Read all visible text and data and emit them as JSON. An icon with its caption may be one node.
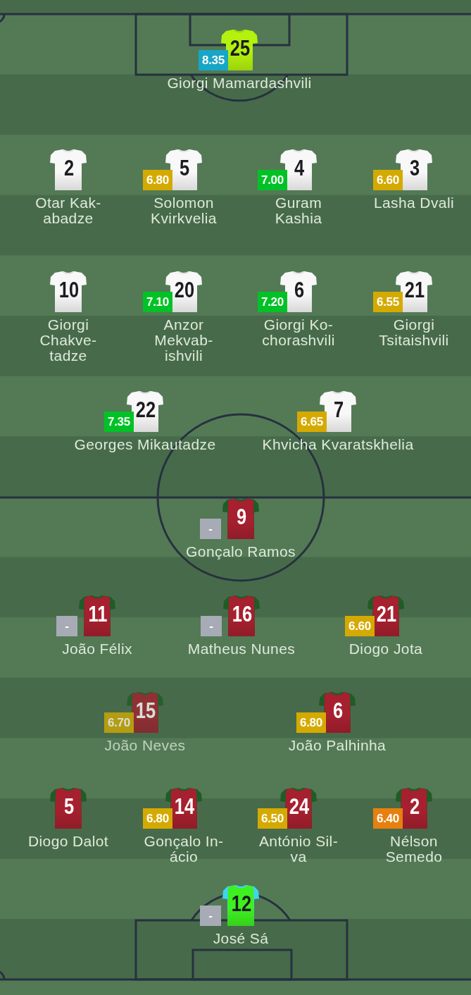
{
  "diagram": {
    "nodes": [
      {
        "text": [
          "25",
          "8.35",
          "Giorgi Mamardashvili"
        ]
      },
      {
        "text": [
          "2",
          "Otar Kak-abadze"
        ]
      },
      {
        "text": [
          "5",
          "6.80",
          "Solomon Kvirkvelia"
        ]
      },
      {
        "text": [
          "4",
          "7.00",
          "Guram Kashia"
        ]
      },
      {
        "text": [
          "3",
          "6.60",
          "Lasha Dvali"
        ]
      },
      {
        "text": [
          "10",
          "Giorgi Chakve-tadze"
        ]
      },
      {
        "text": [
          "20",
          "7.10",
          "Anzor Mekvab-ishvili"
        ]
      },
      {
        "text": [
          "6",
          "7.20",
          "Giorgi Ko-chorashvili"
        ]
      },
      {
        "text": [
          "21",
          "6.55",
          "Giorgi Tsitaishvili"
        ]
      },
      {
        "text": [
          "22",
          "7.35",
          "Georges Mikautadze"
        ]
      },
      {
        "text": [
          "7",
          "6.65",
          "Khvicha Kvaratskhelia"
        ]
      },
      {
        "text": [
          "9",
          "-",
          "Gonçalo Ramos"
        ]
      },
      {
        "text": [
          "11",
          "-",
          "João Félix"
        ]
      },
      {
        "text": [
          "16",
          "-",
          "Matheus Nunes"
        ]
      },
      {
        "text": [
          "21",
          "6.60",
          "Diogo Jota"
        ]
      },
      {
        "text": [
          "15",
          "6.70",
          "João Neves"
        ]
      },
      {
        "text": [
          "6",
          "6.80",
          "João Palhinha"
        ]
      },
      {
        "text": [
          "5",
          "Diogo Dalot"
        ]
      },
      {
        "text": [
          "14",
          "6.80",
          "Gonçalo In-ácio"
        ]
      },
      {
        "text": [
          "24",
          "6.50",
          "António Sil-va"
        ]
      },
      {
        "text": [
          "2",
          "6.40",
          "Nélson Semedo"
        ]
      },
      {
        "text": [
          "12",
          "-",
          "José Sá"
        ]
      }
    ]
  }
}
